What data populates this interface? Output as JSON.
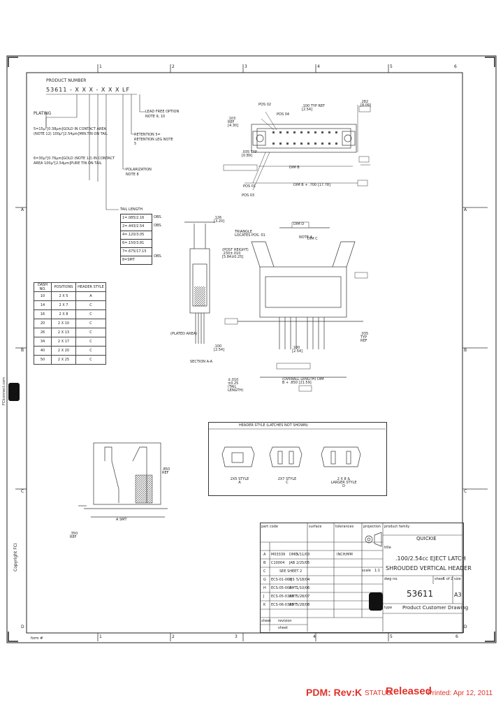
{
  "zones": {
    "cols_top": [
      "1",
      "2",
      "3",
      "4",
      "5",
      "6"
    ],
    "cols_bottom": [
      "1",
      "2",
      "3",
      "4",
      "5",
      "6"
    ],
    "rows_left": [
      "A",
      "B",
      "C",
      "D"
    ],
    "rows_right": [
      "A",
      "B",
      "C",
      "D"
    ]
  },
  "part_number": {
    "label": "PRODUCT NUMBER",
    "code": "53611 - X X X - X  X X LF",
    "plating_label": "PLATING",
    "plating_5": "5=15μ\"[0.38μm]GOLD IN CONTACT AREA (NOTE 12) 100μ\"[2.54μm]MIN.TIN ON TAIL",
    "plating_6": "6=30μ\"[0.76μm]GOLD (NOTE 12) IN CONTACT AREA 100μ\"[2.54μm]PURE TIN ON TAIL",
    "lead_free": "LEAD FREE OPTION NOTE 9, 10",
    "retention": "RETENTION 5= RETENTION LEG NOTE 5",
    "polarization": "POLARIZATION NOTE 8",
    "tail_length_label": "TAIL LENGTH",
    "tail_lengths": [
      "1=.085/2.16",
      "2=.443/2.54",
      "4=.120/3.05",
      "6=.150/3.81",
      "7=.675/17.15",
      "8=SMT"
    ],
    "obs": "OBS."
  },
  "dash_table": {
    "headers": [
      "DASH NO.",
      "POSITIONS",
      "HEADER STYLE"
    ],
    "rows": [
      [
        "10",
        "2 X 5",
        "A"
      ],
      [
        "14",
        "2 X 7",
        "C"
      ],
      [
        "16",
        "2 X 8",
        "C"
      ],
      [
        "20",
        "2 X 10",
        "C"
      ],
      [
        "26",
        "2 X 13",
        "C"
      ],
      [
        "34",
        "2 X 17",
        "C"
      ],
      [
        "40",
        "2 X 20",
        "C"
      ],
      [
        "50",
        "2 X 25",
        "C"
      ]
    ]
  },
  "dimensions": {
    "d1": ".103 REF [4.30]",
    "d2": "POS 02",
    "d3": "POS 04",
    "d4": ".100 TYP REF [2.54]",
    "d5": ".282 [8.09]",
    "d6": ".035 TYP [0.89]",
    "d7": "DIM B",
    "d8": "DIM B + .700 [17.78]",
    "d9": "POS 01",
    "d10": "POS 03",
    "d11": ".126 [3.20]",
    "d12": "DIM D",
    "d13": "TRIANGLE LOCATES POS. 01",
    "d14": "DIM C",
    "d15": "(POST HEIGHT) .230±.010 [5.84±0.25]",
    "d16": "SECTION A-A",
    "d17": ".100 [2.54]",
    "d18": "±.010 ±0.25 (TAIL LENGTH)",
    "d19": "(OVERALL LENGTH) DIM B + .850 [21.59]",
    "d20": ".035 TYP REF",
    "d21": "NOTE 4",
    "d22": ".100 [2.54]",
    "d23": "(PLATED AREA)",
    "d24": ".850 REF",
    "d25": "A SMT",
    "d26": ".350 REF",
    "d27": "SECTION A-A"
  },
  "header_style": {
    "title": "HEADER STYLE (LATCHES NOT SHOWN)",
    "styles": [
      "2X5 STYLE A",
      "2X7 STYLE C",
      "2 X 8 & LARGER STYLE D"
    ]
  },
  "title_block": {
    "part_code_label": "part code",
    "surface_label": "surface",
    "tolerance_label": "tolerances",
    "projection_label": "projection",
    "product_family_label": "product family",
    "product_family": "QUICKIE",
    "title_label": "title",
    "title_line1": ".100/2.54cc EJECT LATCH",
    "title_line2": "SHROUDED VERTICAL HEADER",
    "drawing_no_label": "dwg no.",
    "drawing_no": "53611",
    "sheet_label": "sheet",
    "sheet": "1 of 2",
    "size_label": "size",
    "size": "A3",
    "type_label": "type",
    "type": "Product Customer Drawing",
    "scale_label": "scale",
    "scale": "1:1",
    "unit": "INCH/MM",
    "revisions": [
      [
        "A",
        "M03339",
        "DMD",
        "5/11/03"
      ],
      [
        "B",
        "C10004",
        "JAB",
        "2/25/05"
      ],
      [
        "C",
        "",
        "",
        "",
        "SEE SHEET 2"
      ],
      [
        "G",
        "ECS-01-063",
        "PJS",
        "5/18/04"
      ],
      [
        "H",
        "ECS-05-000",
        "AMT",
        "1/10/06"
      ],
      [
        "J",
        "ECS-05-0305",
        "AMT",
        "5/28/07"
      ],
      [
        "K",
        "ECS-06-0385",
        "AMT",
        "5/28/08"
      ]
    ],
    "sheet_rows": [
      "sheet",
      "revision",
      "sheet"
    ]
  },
  "side_text": {
    "website": "FCIconnect.com",
    "copyright": "Copyright FCI"
  },
  "bottom_left": "form #",
  "footer": {
    "pdm": "PDM: Rev:K",
    "status_label": "STATUS:",
    "status": "Released",
    "printed": "Printed: Apr 12, 2011"
  },
  "colors": {
    "footer_red": "#e0322a",
    "line": "#333333"
  }
}
